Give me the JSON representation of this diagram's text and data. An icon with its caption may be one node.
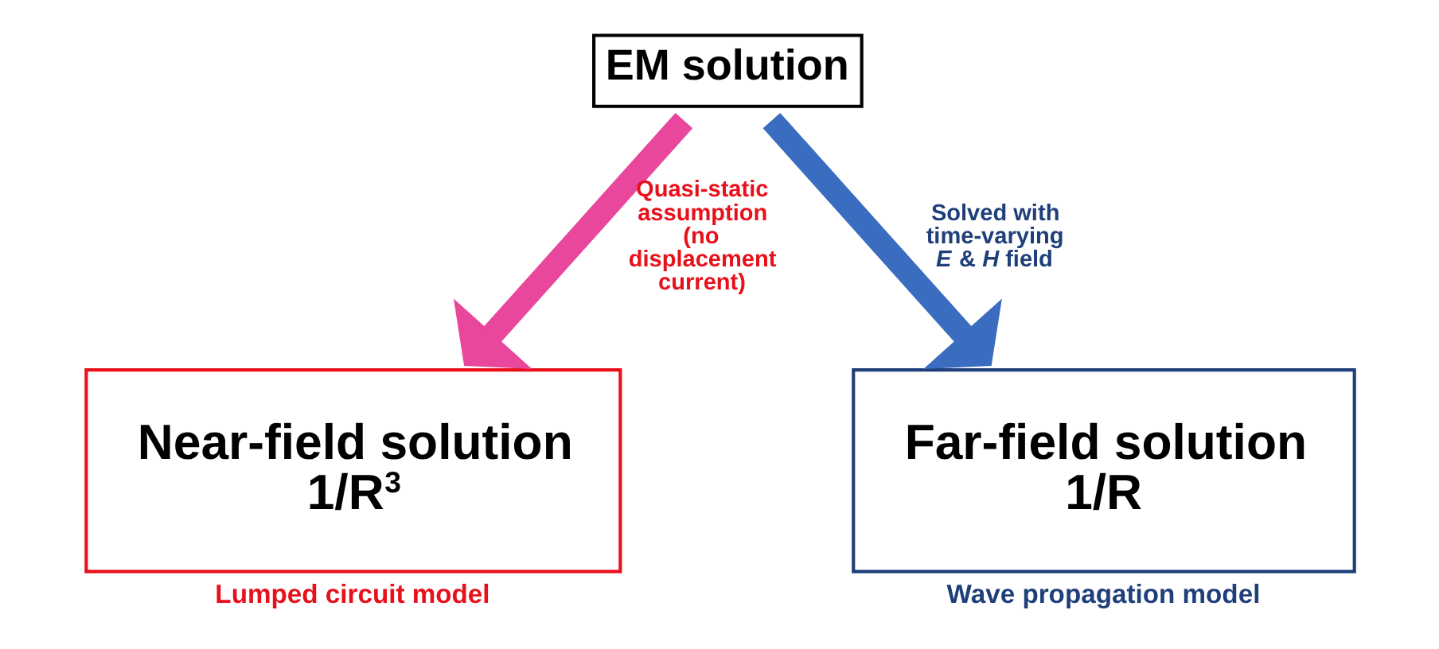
{
  "diagram": {
    "nodes": [
      {
        "text": [
          "EM solution"
        ]
      },
      {
        "text": [
          "Near-field solution",
          "1/R$^{3}$"
        ],
        "beside": [
          "Lumped circuit model"
        ]
      },
      {
        "text": [
          "Far-field solution",
          "1/R"
        ],
        "beside": [
          "Wave propagation model"
        ]
      }
    ],
    "edges": [
      {
        "from": 0,
        "to": 1,
        "arrow": "to",
        "label": "Quasi-static assumption (no displacement current)",
        "color": "#e8479b"
      },
      {
        "from": 0,
        "to": 2,
        "arrow": "to",
        "label": "Solved with time-varying *E* & *H* field",
        "color": "#3a6cc0"
      }
    ]
  }
}
